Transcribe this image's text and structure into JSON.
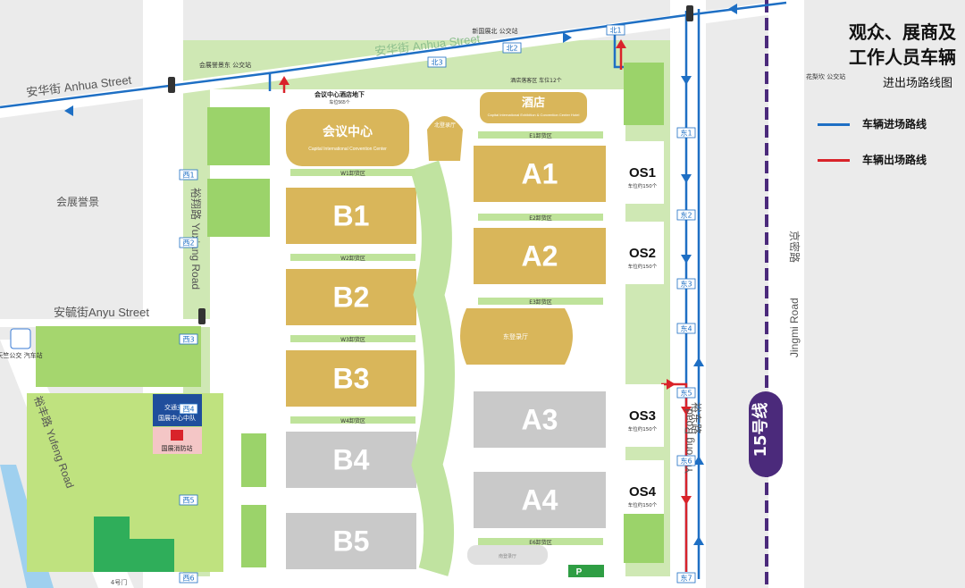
{
  "title_lines": [
    "观众、展商及",
    "工作人员车辆"
  ],
  "subtitle": "进出场路线图",
  "legend": [
    {
      "label": "车辆进场路线",
      "color": "#1e6fc4"
    },
    {
      "label": "车辆出场路线",
      "color": "#d9232a"
    }
  ],
  "streets": {
    "anhua_main": "安华街 Anhua Street",
    "anhua_top": "安华街 Anhua Street",
    "anyu": "安毓街Anyu Street",
    "yuxiang": "裕翔路 Yuxiang Road",
    "yudong_cn": "裕东路",
    "yudong_en": "Yudong Road",
    "yufeng": "裕丰路 Yufeng Road",
    "jingmi_cn": "京密路",
    "jingmi_en": "Jingmi Road",
    "metro": "15号线"
  },
  "halls_gold": [
    {
      "name": "A1"
    },
    {
      "name": "A2"
    },
    {
      "name": "B1"
    },
    {
      "name": "B2"
    },
    {
      "name": "B3"
    }
  ],
  "halls_gray": [
    {
      "name": "A3"
    },
    {
      "name": "A4"
    },
    {
      "name": "B4"
    },
    {
      "name": "B5"
    }
  ],
  "buildings": {
    "conference": "会议中心",
    "conference_en": "Capital International Convention Center",
    "hotel": "酒店",
    "hotel_en": "Capital International Exhibition & Convention Center Hotel",
    "north_hall": "北登录厅",
    "east_hall": "东登录厅",
    "south_hall": "南登录厅",
    "hotel_parking": "会议中心酒店地下",
    "hotel_parking_cap": "车位565个",
    "hotel_lot": "酒店落客区 车位12个"
  },
  "parking_lots": [
    {
      "name": "OS1",
      "cap": "车位约150个"
    },
    {
      "name": "OS2",
      "cap": "车位约150个"
    },
    {
      "name": "OS3",
      "cap": "车位约150个"
    },
    {
      "name": "OS4",
      "cap": "车位约150个"
    }
  ],
  "dropoff_zones": [
    "W1卸货区",
    "W2卸货区",
    "W3卸货区",
    "W4卸货区",
    "E1卸货区",
    "E2卸货区",
    "E3卸货区",
    "E6卸货区"
  ],
  "gates_west": [
    "西1",
    "西2",
    "西3",
    "西4",
    "西5",
    "西6"
  ],
  "gates_east": [
    "东1",
    "东2",
    "东3",
    "东4",
    "东5",
    "东6",
    "东7"
  ],
  "gates_north": [
    "北1",
    "北2",
    "北3"
  ],
  "bus_stops": {
    "huizhan_east": "会展誉景东 公交站",
    "new_expo_north": "新国展北 公交站",
    "huali": "花梨坎 公交站",
    "tianzhu": "天竺公交 汽车站"
  },
  "places": {
    "huizhan_yujing": "会展誉景",
    "traffic_police": "交通支队 国展中心中队",
    "fire_station": "国展消防站",
    "gate4": "4号门",
    "parking_p": "P"
  },
  "colors": {
    "gold": "#d9b65a",
    "gray_hall": "#c9c9c9",
    "green": "#9bd36a",
    "light_green": "#cfe8b4",
    "road": "#ffffff",
    "metro": "#4b2a7b",
    "in_route": "#1e6fc4",
    "out_route": "#d9232a"
  }
}
